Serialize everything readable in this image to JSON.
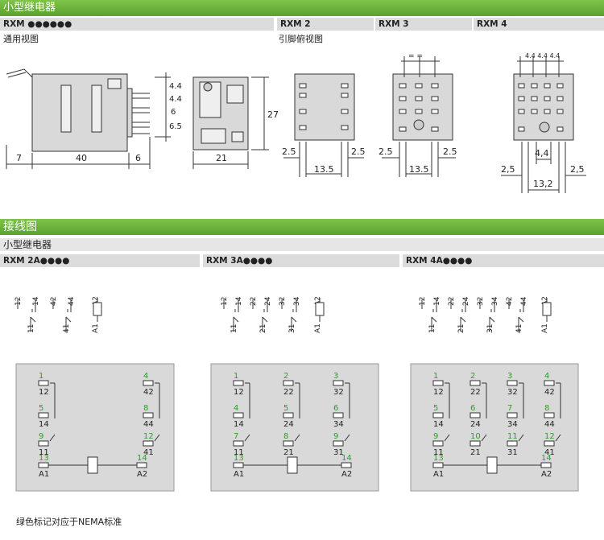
{
  "header": {
    "title": "小型继电器"
  },
  "top_captions": [
    "RXM ●●●●●●",
    "RXM 2",
    "RXM 3",
    "RXM 4"
  ],
  "general_view": "通用视图",
  "pin_view": "引脚俯视图",
  "dims": {
    "d7": "7",
    "d40": "40",
    "d6": "6",
    "d21": "21",
    "d27": "27",
    "d44a": "4.4",
    "d44b": "4.4",
    "d6v": "6",
    "d65": "6.5",
    "rxm2_left": "2.5",
    "rxm2_right": "2.5",
    "rxm2_span": "13.5",
    "rxm3_left": "2.5",
    "rxm3_right": "2.5",
    "rxm3_span": "13.5",
    "rxm3_eq": "=    =",
    "rxm4_top": "4.4 4.4 4.4",
    "rxm4_left": "2,5",
    "rxm4_right": "2,5",
    "rxm4_mid": "4,4",
    "rxm4_span": "13,2"
  },
  "wiring": {
    "title": "接线图",
    "sub": "小型继电器"
  },
  "wiring_captions": [
    "RXM 2A●●●●",
    "RXM 3A●●●●",
    "RXM 4A●●●●"
  ],
  "schem": {
    "rxm2": {
      "top": [
        "12",
        "14",
        "42",
        "44"
      ],
      "bottom": [
        "11",
        "41"
      ],
      "coil_top": "A2",
      "coil_bot": "A1"
    },
    "rxm3": {
      "top": [
        "12",
        "14",
        "22",
        "24",
        "32",
        "34"
      ],
      "bottom": [
        "11",
        "21",
        "31"
      ],
      "coil_top": "A2",
      "coil_bot": "A1"
    },
    "rxm4": {
      "top": [
        "12",
        "14",
        "22",
        "24",
        "32",
        "34",
        "42",
        "44"
      ],
      "bottom": [
        "11",
        "21",
        "31",
        "41"
      ],
      "coil_top": "A2",
      "coil_bot": "A1"
    }
  },
  "base": {
    "rxm2": {
      "cols": [
        [
          "1",
          "12",
          "5",
          "14",
          "9",
          "11"
        ],
        [
          "4",
          "42",
          "8",
          "44",
          "12",
          "41"
        ]
      ],
      "coil": [
        "13",
        "A1",
        "14",
        "A2"
      ]
    },
    "rxm3": {
      "cols": [
        [
          "1",
          "12",
          "4",
          "14",
          "7",
          "11"
        ],
        [
          "2",
          "22",
          "5",
          "24",
          "8",
          "21"
        ],
        [
          "3",
          "32",
          "6",
          "34",
          "9",
          "31"
        ]
      ],
      "coil": [
        "13",
        "A1",
        "14",
        "A2"
      ]
    },
    "rxm4": {
      "cols": [
        [
          "1",
          "12",
          "5",
          "14",
          "9",
          "11"
        ],
        [
          "2",
          "22",
          "6",
          "24",
          "10",
          "21"
        ],
        [
          "3",
          "32",
          "7",
          "34",
          "11",
          "31"
        ],
        [
          "4",
          "42",
          "8",
          "44",
          "12",
          "41"
        ]
      ],
      "coil": [
        "13",
        "A1",
        "14",
        "A2"
      ]
    }
  },
  "footnote": "绿色标记对应于NEMA标准",
  "colors": {
    "green": "#5aa22f",
    "nema": "#2aa02a",
    "panel": "#d9d9d9"
  }
}
